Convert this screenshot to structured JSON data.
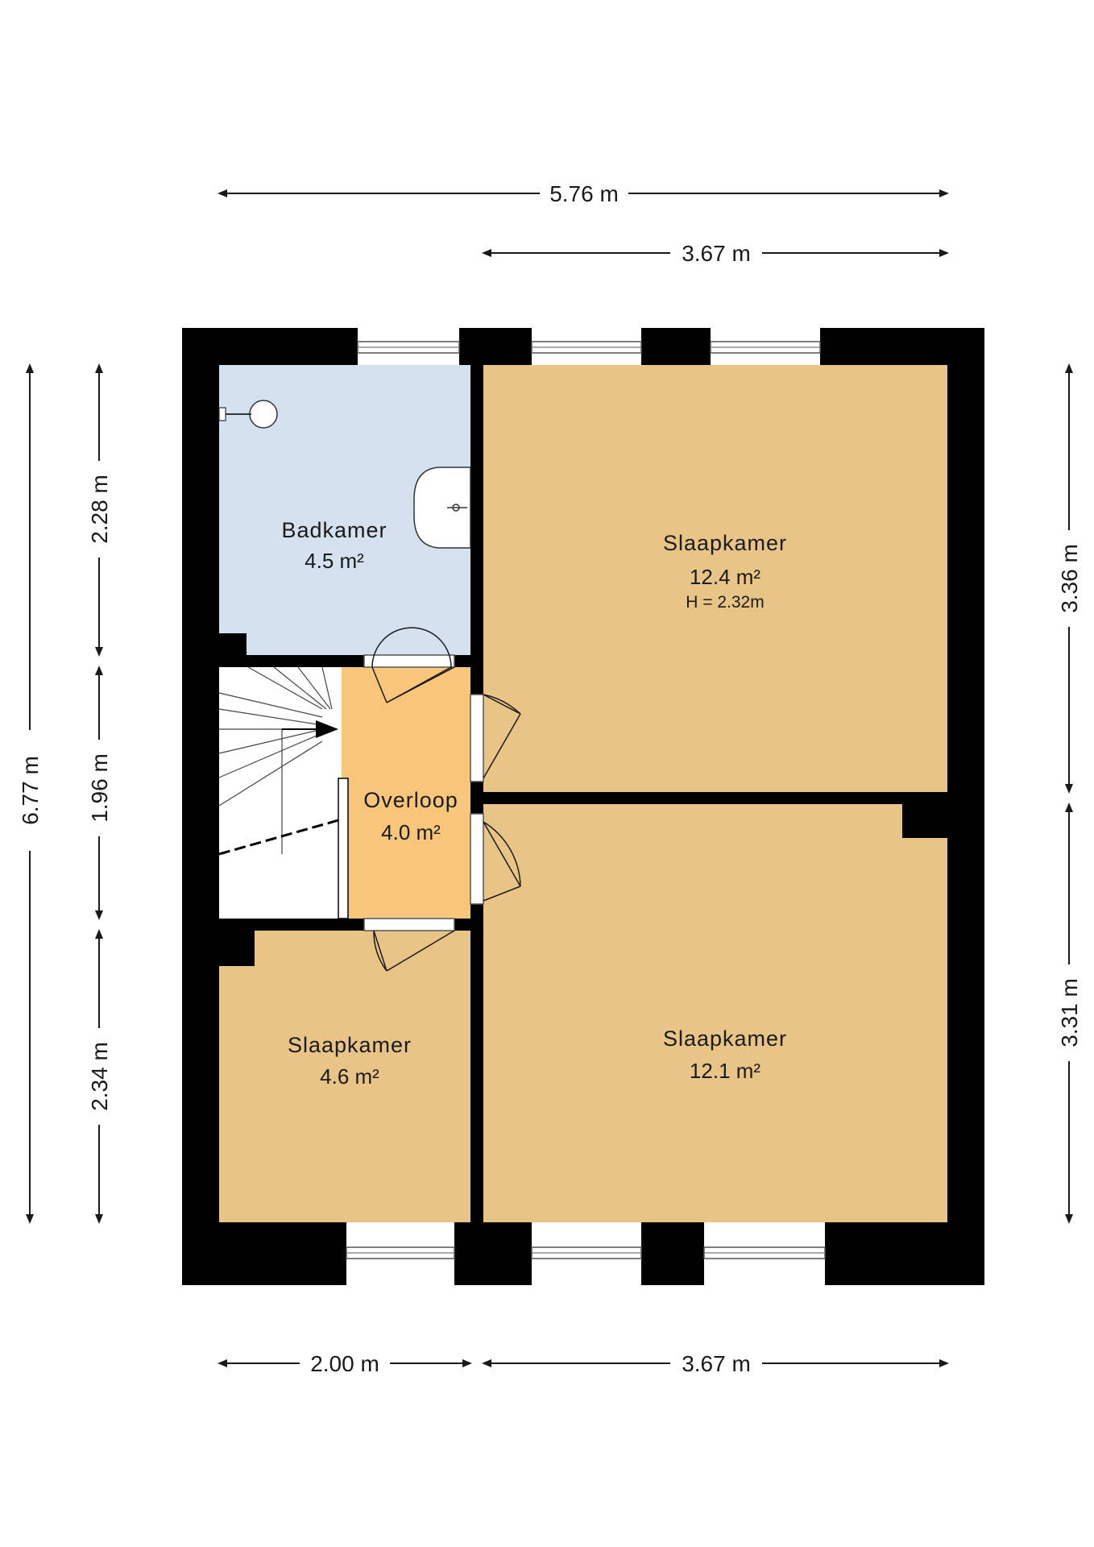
{
  "rooms": {
    "badkamer": {
      "name": "Badkamer",
      "area": "4.5 m²",
      "color": "#d4e1ee"
    },
    "slaapkamer_top_right": {
      "name": "Slaapkamer",
      "area": "12.4 m²",
      "height": "H = 2.32m",
      "color": "#e9c487"
    },
    "overloop": {
      "name": "Overloop",
      "area": "4.0 m²",
      "color": "#f8c67a"
    },
    "slaapkamer_bottom_left": {
      "name": "Slaapkamer",
      "area": "4.6 m²",
      "color": "#e9c487"
    },
    "slaapkamer_bottom_right": {
      "name": "Slaapkamer",
      "area": "12.1 m²",
      "color": "#e9c487"
    }
  },
  "dimensions": {
    "top_total": "5.76 m",
    "top_right": "3.67 m",
    "bottom_left": "2.00 m",
    "bottom_right": "3.67 m",
    "left_total": "6.77 m",
    "left_top": "2.28 m",
    "left_middle": "1.96 m",
    "left_bottom": "2.34 m",
    "right_top": "3.36 m",
    "right_bottom": "3.31 m"
  },
  "icons": [
    "sink-icon",
    "toilet-icon",
    "staircase-icon",
    "door-swing-icon",
    "window-icon"
  ]
}
